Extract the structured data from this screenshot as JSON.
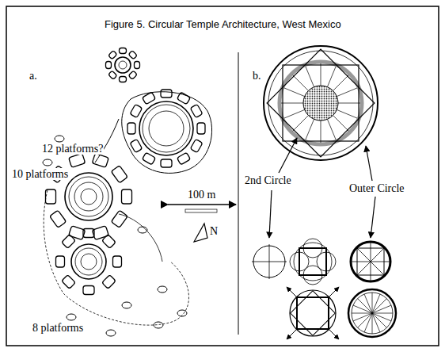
{
  "diagram": {
    "title": "Figure 5. Circular Temple Architecture, West Mexico",
    "labels": [
      "a.",
      "12 platforms?",
      "10 platforms",
      "100 m",
      "8 platforms",
      "N",
      "b.",
      "2nd Circle",
      "Outer Circle"
    ]
  }
}
